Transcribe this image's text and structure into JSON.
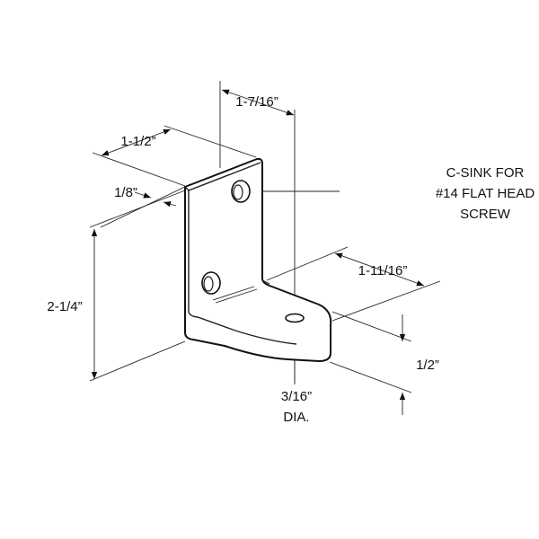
{
  "drawing": {
    "dimensions": {
      "height": "2-1/4”",
      "width": "1-1/2”",
      "thickness": "1/8”",
      "hole_offset": "1-7/16”",
      "foot_depth": "1-11/16”",
      "foot_height": "1/2”",
      "hole_dia_value": "3/16”",
      "hole_dia_label": "DIA."
    },
    "callout": {
      "line1": "C-SINK FOR",
      "line2": "#14 FLAT HEAD",
      "line3": "SCREW"
    }
  }
}
